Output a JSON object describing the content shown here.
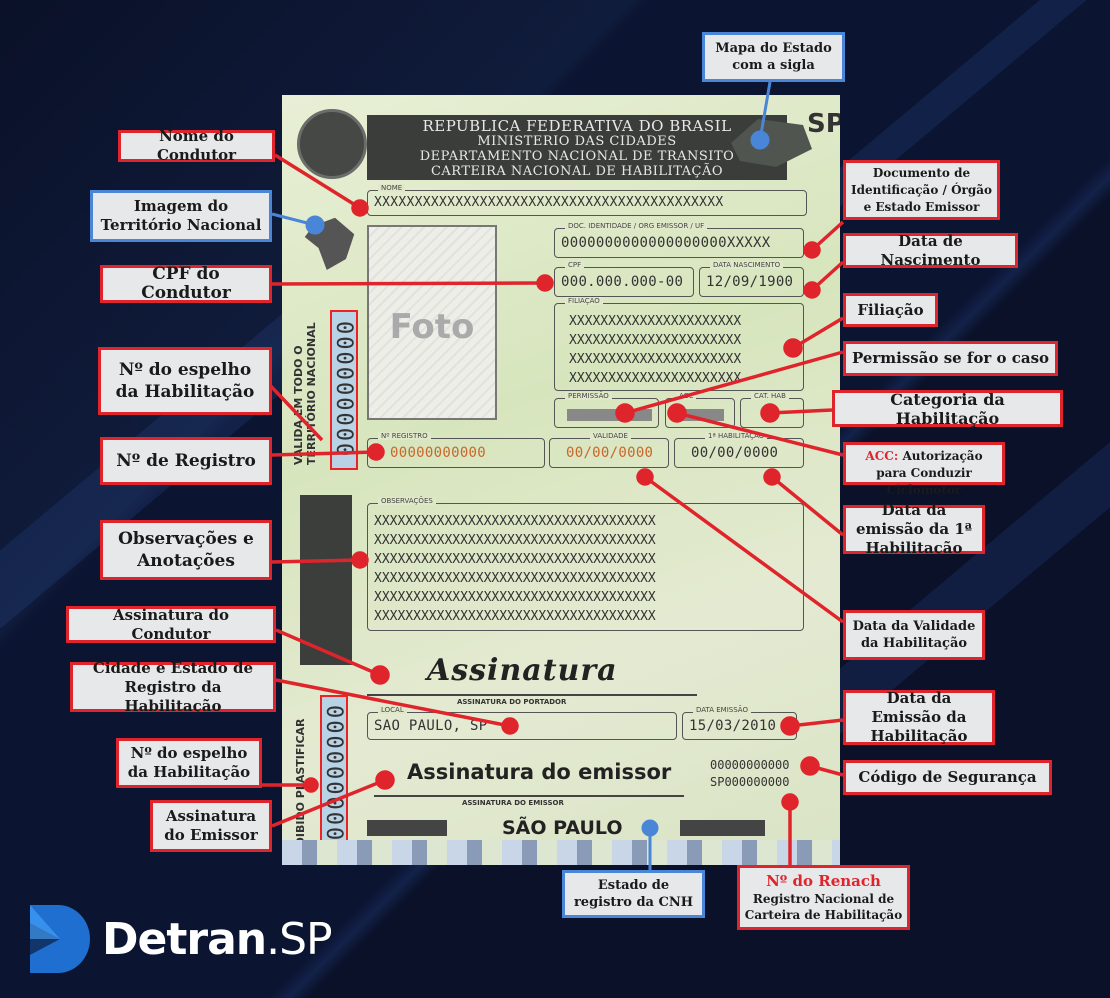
{
  "card": {
    "header": [
      "REPUBLICA FEDERATIVA DO BRASIL",
      "MINISTERIO DAS CIDADES",
      "DEPARTAMENTO NACIONAL DE TRANSITO",
      "CARTEIRA NACIONAL DE HABILITAÇÃO"
    ],
    "state_abbr": "SP",
    "valid_text": "VALIDA EM TODO O TERRITÓRIO NACIONAL",
    "nome_label": "NOME",
    "nome_value": "XXXXXXXXXXXXXXXXXXXXXXXXXXXXXXXXXXXXXXXXXXX",
    "doc_label": "DOC. IDENTIDADE / ORG EMISSOR / UF",
    "doc_value": "0000000000000000000XXXXX",
    "cpf_label": "CPF",
    "cpf_value": "000.000.000-00",
    "nasc_label": "DATA NASCIMENTO",
    "nasc_value": "12/09/1900",
    "photo": "Foto",
    "filiacao_label": "FILIAÇÃO",
    "filiacao_values": [
      "XXXXXXXXXXXXXXXXXXXXXX",
      "XXXXXXXXXXXXXXXXXXXXXX",
      "XXXXXXXXXXXXXXXXXXXXXX",
      "XXXXXXXXXXXXXXXXXXXXXX"
    ],
    "permissao_label": "PERMISSÃO",
    "acc_label": "ACC",
    "cat_label": "CAT. HAB",
    "registro_label": "Nº REGISTRO",
    "registro_value": "00000000000",
    "validade_label": "VALIDADE",
    "validade_value": "00/00/0000",
    "primeira_label": "1ª HABILITAÇÃO",
    "primeira_value": "00/00/0000",
    "espelho_value": "000000000",
    "obs_label": "OBSERVAÇÕES",
    "obs_values": [
      "XXXXXXXXXXXXXXXXXXXXXXXXXXXXXXXXXXXX",
      "XXXXXXXXXXXXXXXXXXXXXXXXXXXXXXXXXXXX",
      "XXXXXXXXXXXXXXXXXXXXXXXXXXXXXXXXXXXX",
      "XXXXXXXXXXXXXXXXXXXXXXXXXXXXXXXXXXXX",
      "XXXXXXXXXXXXXXXXXXXXXXXXXXXXXXXXXXXX",
      "XXXXXXXXXXXXXXXXXXXXXXXXXXXXXXXXXXXX"
    ],
    "assinatura": "Assinatura",
    "assinatura_portador": "ASSINATURA DO PORTADOR",
    "local_label": "LOCAL",
    "local_value": "SAO PAULO, SP",
    "emissao_label": "DATA EMISSÃO",
    "emissao_value": "15/03/2010",
    "proibido_text": "PROIBIDO PLASTIFICAR",
    "assinatura_emissor": "Assinatura do emissor",
    "assinatura_emissor_caption": "ASSINATURA DO EMISSOR",
    "security_code": "00000000000",
    "renach": "SP000000000",
    "state_name": "SÃO PAULO"
  },
  "labels": {
    "nome": "Nome do Condutor",
    "territorio": "Imagem do Território Nacional",
    "cpf": "CPF do Condutor",
    "espelho1": "Nº do espelho da Habilitação",
    "registro": "Nº de Registro",
    "observacoes": "Observações e Anotações",
    "assinatura_condutor": "Assinatura do Condutor",
    "cidade": "Cidade e Estado de Registro da Habilitação",
    "espelho2": "Nº do espelho da Habilitação",
    "assinatura_emissor": "Assinatura do Emissor",
    "mapa": "Mapa do Estado com a sigla",
    "documento": "Documento de Identificação / Órgão e Estado Emissor",
    "nascimento": "Data de Nascimento",
    "filiacao": "Filiação",
    "permissao": "Permissão se for o caso",
    "categoria": "Categoria da Habilitação",
    "acc_prefix": "ACC:",
    "acc": "Autorização para Conduzir Ciclomotor",
    "primeira": "Data da emissão da 1ª Habilitação",
    "validade": "Data da Validade da Habilitação",
    "emissao": "Data da Emissão da Habilitação",
    "seguranca": "Código de Segurança",
    "estado": "Estado de registro da CNH",
    "renach_title": "Nº do Renach",
    "renach": "Registro Nacional de Carteira de Habilitação"
  },
  "logo": {
    "brand": "Detran",
    "suffix": ".SP"
  },
  "colors": {
    "callout_red": "#e0242c",
    "callout_blue": "#4a86d8",
    "background": "#0b1430"
  }
}
